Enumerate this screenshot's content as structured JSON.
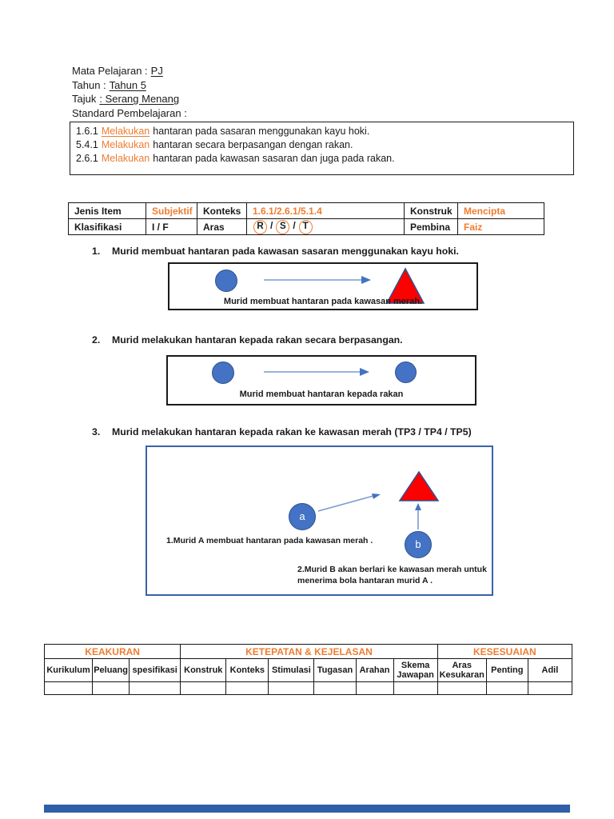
{
  "header": {
    "lines": [
      {
        "label": "Mata Pelajaran :",
        "value": "PJ"
      },
      {
        "label": "Tahun :",
        "value": "Tahun 5"
      },
      {
        "label": "Tajuk",
        "value": ": Serang Menang"
      },
      {
        "label": "Standard Pembelajaran :",
        "value": ""
      }
    ]
  },
  "standards": [
    {
      "code": "1.6.1",
      "highlight": "Melakukan",
      "rest": "hantaran pada sasaran menggunakan kayu hoki."
    },
    {
      "code": "5.4.1",
      "highlight": "Melakukan",
      "rest": "hantaran secara berpasangan dengan rakan."
    },
    {
      "code": "2.6.1",
      "highlight": "Melakukan",
      "rest": "hantaran pada kawasan sasaran dan juga pada rakan."
    }
  ],
  "info_table": {
    "r1": {
      "c1": "Jenis Item",
      "v1": "Subjektif",
      "c2": "Konteks",
      "v2": "1.6.1/2.6.1/5.1.4",
      "c3": "Konstruk",
      "v3": "Mencipta"
    },
    "r2": {
      "c1": "Klasifikasi",
      "v1": "I / F",
      "c2": "Aras",
      "letters": [
        "R",
        "S",
        "T"
      ],
      "sep": "/",
      "c3": "Pembina",
      "v3": "Faiz"
    }
  },
  "items": [
    {
      "num": "1.",
      "text": "Murid membuat hantaran pada kawasan sasaran menggunakan kayu hoki.",
      "caption": "Murid membuat hantaran pada kawasan merah."
    },
    {
      "num": "2.",
      "text": "Murid melakukan hantaran kepada rakan secara berpasangan.",
      "caption": "Murid membuat hantaran kepada rakan"
    },
    {
      "num": "3.",
      "text": "Murid melakukan hantaran kepada rakan ke kawasan merah (TP3 / TP4 / TP5)",
      "label_a": "a",
      "label_b": "b",
      "note1": "1.Murid A membuat hantaran pada kawasan merah .",
      "note2_line1": "2.Murid B  akan berlari ke kawasan merah untuk",
      "note2_line2": "menerima bola hantaran murid A ."
    }
  ],
  "rubric_table": {
    "groups": [
      {
        "label": "KEAKURAN"
      },
      {
        "label": "KETEPATAN & KEJELASAN"
      },
      {
        "label": "KESESUAIAN"
      }
    ],
    "columns": [
      "Kurikulum",
      "Peluang",
      "spesifikasi",
      "Konstruk",
      "Konteks",
      "Stimulasi",
      "Tugasan",
      "Arahan",
      "Skema Jawapan",
      "Aras Kesukaran",
      "Penting",
      "Adil"
    ]
  },
  "colors": {
    "accent_orange": "#ED7D31",
    "shape_blue": "#4472C4",
    "shape_blue_border": "#2F528F",
    "arrow_line_blue": "#7C9AD1",
    "triangle_red": "#FF0000",
    "box3_border": "#3A62A7",
    "footer_bar": "#2E5FA8"
  }
}
